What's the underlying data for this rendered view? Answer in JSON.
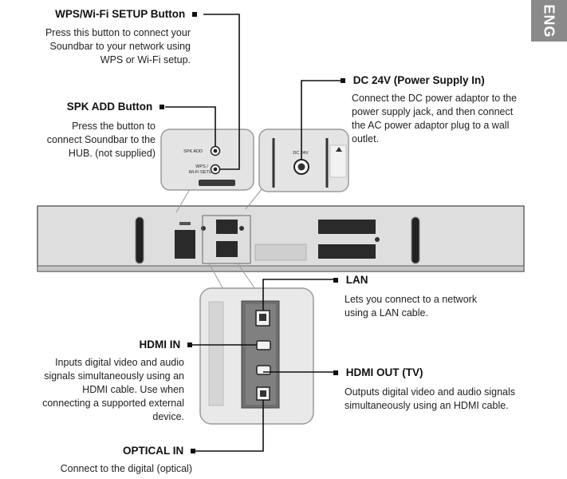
{
  "lang_tab": "ENG",
  "callouts": {
    "wps": {
      "title": "WPS/Wi-Fi SETUP Button",
      "lines": [
        "Press this button to connect your",
        "Soundbar to your network using",
        "WPS or Wi-Fi setup."
      ]
    },
    "spk": {
      "title": "SPK ADD Button",
      "lines": [
        "Press the button to",
        "connect Soundbar to the",
        "HUB. (not supplied)"
      ]
    },
    "dc": {
      "title": "DC 24V (Power Supply In)",
      "lines": [
        "Connect the DC power adaptor to the",
        "power supply jack, and then connect",
        "the AC power adaptor plug to a wall",
        "outlet."
      ]
    },
    "lan": {
      "title": "LAN",
      "lines": [
        "Lets you connect to a network",
        "using a LAN cable."
      ]
    },
    "hdmi_in": {
      "title": "HDMI IN",
      "lines": [
        "Inputs digital video and audio",
        "signals simultaneously using an",
        "HDMI cable. Use when",
        "connecting a supported external",
        "device."
      ]
    },
    "hdmi_out": {
      "title": "HDMI OUT (TV)",
      "lines": [
        "Outputs digital video and audio signals",
        "simultaneously using an HDMI cable."
      ]
    },
    "optical": {
      "title": "OPTICAL IN",
      "lines": [
        "Connect to the digital (optical)"
      ]
    }
  },
  "panel_labels": {
    "spk_add": "SPK ADD",
    "wps_1": "WPS /",
    "wps_2": "Wi-Fi SETUP",
    "dc_24v": "DC 24V"
  },
  "colors": {
    "lang_tab_bg": "#8a8a8a",
    "device_body": "#dcdcdc"
  }
}
